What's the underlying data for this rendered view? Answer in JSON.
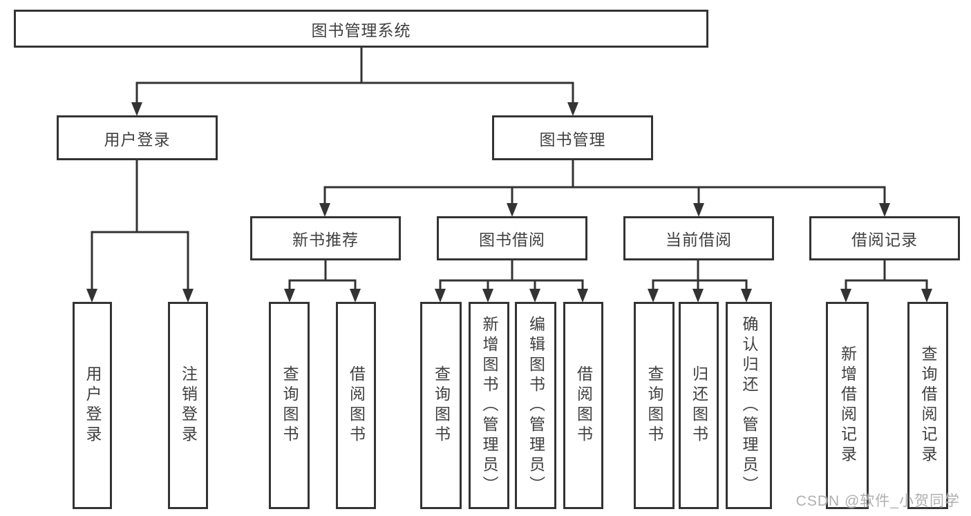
{
  "diagram": {
    "root": "图书管理系统",
    "level2": {
      "user_login": "用户登录",
      "book_mgmt": "图书管理"
    },
    "level3": {
      "new_book": "新书推荐",
      "borrow": "图书借阅",
      "current": "当前借阅",
      "records": "借阅记录"
    },
    "leaves": {
      "user_login": [
        "用户登录",
        "注销登录"
      ],
      "new_book": [
        "查询图书",
        "借阅图书"
      ],
      "borrow": [
        "查询图书",
        "新增图书（管理员）",
        "编辑图书（管理员）",
        "借阅图书"
      ],
      "current": [
        "查询图书",
        "归还图书",
        "确认归还（管理员）"
      ],
      "records": [
        "新增借阅记录",
        "查询借阅记录"
      ]
    }
  },
  "watermark": "CSDN @软件_小贺同学",
  "colors": {
    "line": "#333333",
    "text": "#3f3f3f",
    "background": "#ffffff",
    "watermark": "#a8a8a8"
  }
}
